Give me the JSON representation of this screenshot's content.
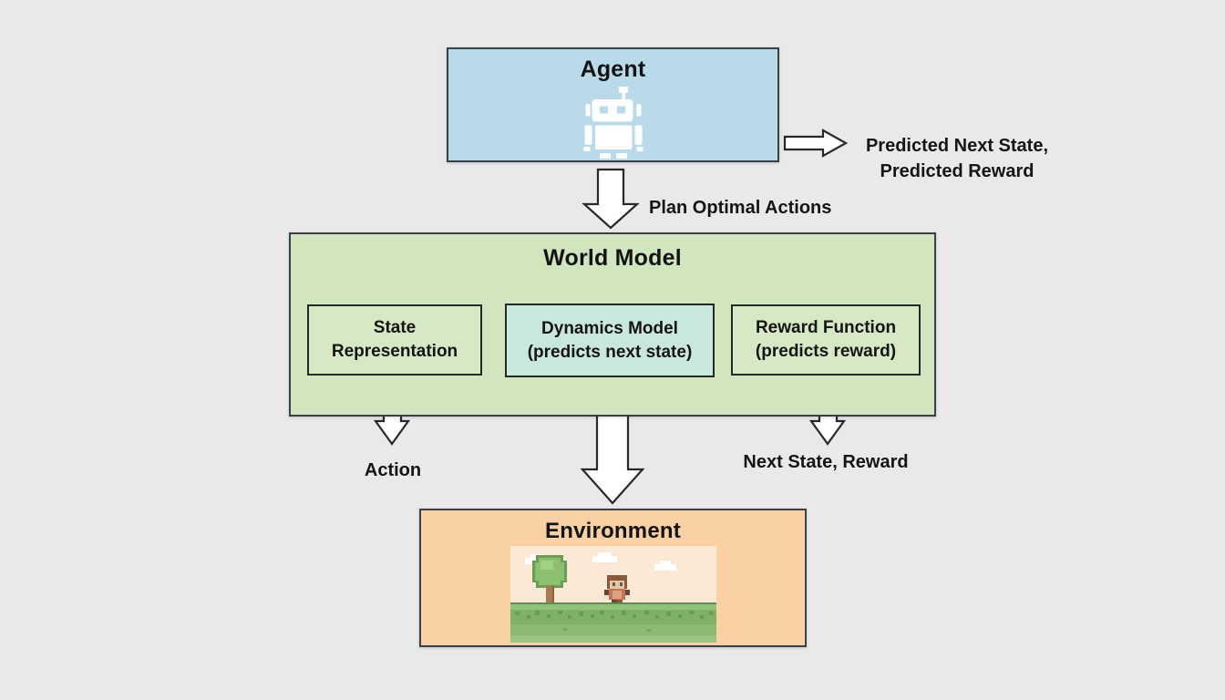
{
  "page": {
    "background": "#e9e9e9"
  },
  "diagram": {
    "agent": {
      "title": "Agent",
      "fill": "#b9dae9",
      "icon": "robot-icon"
    },
    "world_model": {
      "title": "World Model",
      "fill": "#d1e5bf",
      "boxes": {
        "state_representation": {
          "line1": "State",
          "line2": "Representation",
          "fill": "#d6e8c4"
        },
        "dynamics_model": {
          "line1": "Dynamics Model",
          "line2": "(predicts next state)",
          "fill": "#c9e8dc"
        },
        "reward_function": {
          "line1": "Reward Function",
          "line2": "(predicts reward)",
          "fill": "#d6e8c4"
        }
      }
    },
    "environment": {
      "title": "Environment",
      "fill": "#fad0a5",
      "icon": "pixel-platformer-scene"
    },
    "labels": {
      "plan": "Plan Optimal Actions",
      "predicted_line1": "Predicted Next State,",
      "predicted_line2": "Predicted Reward",
      "action": "Action",
      "next_state_reward": "Next State, Reward"
    },
    "colors": {
      "box_border": "#3a4047",
      "connector_line": "#22262a",
      "block_arrow_fill": "#ffffff",
      "text": "#141414"
    }
  }
}
